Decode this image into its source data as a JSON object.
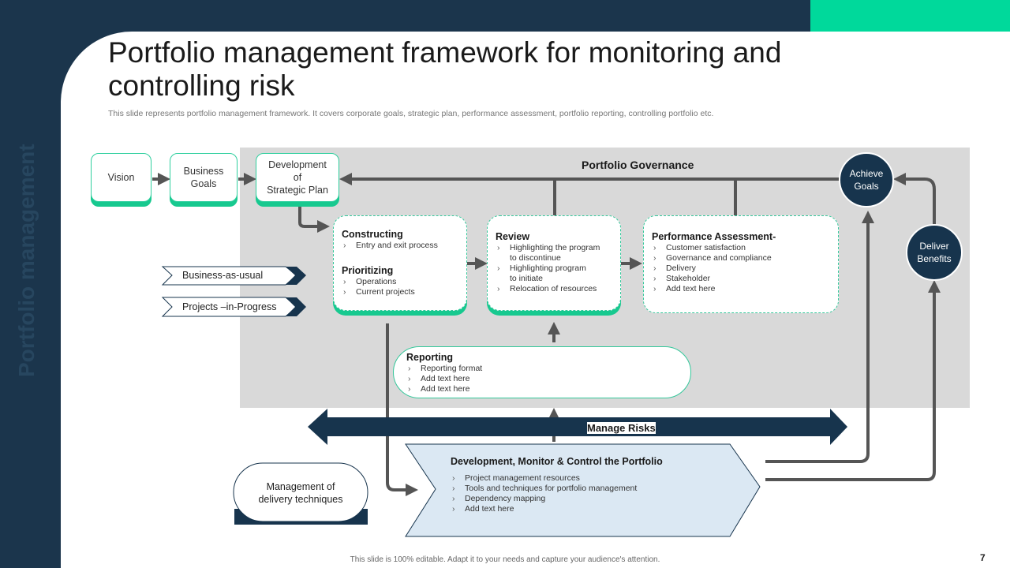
{
  "sidebar_text": "Portfolio management",
  "title": "Portfolio management framework for monitoring and controlling risk",
  "subtitle": "This slide represents portfolio management framework. It covers corporate goals, strategic plan, performance assessment, portfolio reporting, controlling portfolio etc.",
  "colors": {
    "navy": "#1b354c",
    "green": "#00d99b",
    "gray": "#d9d9d9"
  },
  "boxes": {
    "vision": "Vision",
    "goals_1": "Business",
    "goals_2": "Goals",
    "plan_1": "Development",
    "plan_2": "of",
    "plan_3": "Strategic Plan"
  },
  "governance": "Portfolio Governance",
  "chevrons": [
    "Business-as-usual",
    "Projects –in-Progress"
  ],
  "constructing": {
    "title": "Constructing",
    "items": [
      "Entry and exit process"
    ]
  },
  "prioritizing": {
    "title": "Prioritizing",
    "items": [
      "Operations",
      "Current projects"
    ]
  },
  "review": {
    "title": "Review",
    "items": [
      "Highlighting  the program",
      "to discontinue",
      "Highlighting  program",
      "to initiate",
      "Relocation  of resources"
    ]
  },
  "performance": {
    "title": "Performance  Assessment-",
    "items": [
      "Customer satisfaction",
      "Governance and compliance",
      "Delivery",
      "Stakeholder",
      "Add text here"
    ]
  },
  "reporting": {
    "title": "Reporting",
    "items": [
      "Reporting format",
      "Add text here",
      "Add text here"
    ]
  },
  "achieve": [
    "Achieve",
    "Goals"
  ],
  "deliver": [
    "Deliver",
    "Benefits"
  ],
  "manage_risks": "Manage Risks",
  "develop": {
    "title": "Development,  Monitor & Control the Portfolio",
    "items": [
      "Project management resources",
      "Tools and techniques for portfolio management",
      "Dependency mapping",
      "Add text here"
    ]
  },
  "delivery_tech": [
    "Management of",
    "delivery techniques"
  ],
  "footer": "This slide is 100% editable.  Adapt it to your needs and capture your audience's attention.",
  "page_number": "7"
}
